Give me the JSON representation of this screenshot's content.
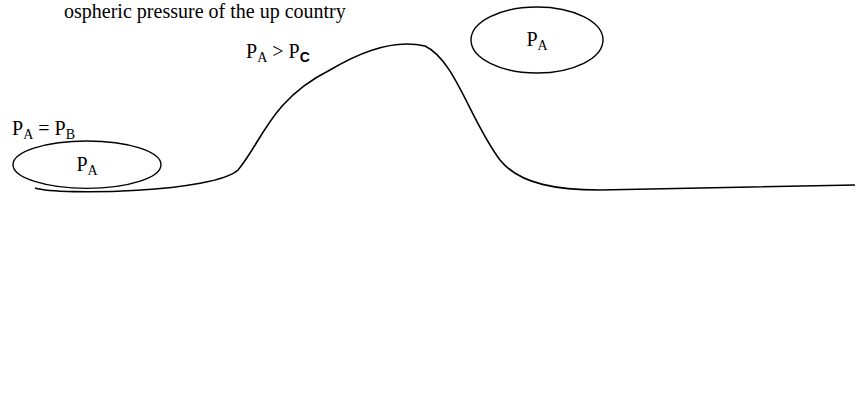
{
  "diagram": {
    "nodes": [
      {
        "text": [
          "PA"
        ]
      },
      {
        "text": [
          "PA"
        ]
      }
    ],
    "labels": [
      "ospheric pressure of the up country",
      "PA > PC",
      "PA = PB"
    ]
  }
}
